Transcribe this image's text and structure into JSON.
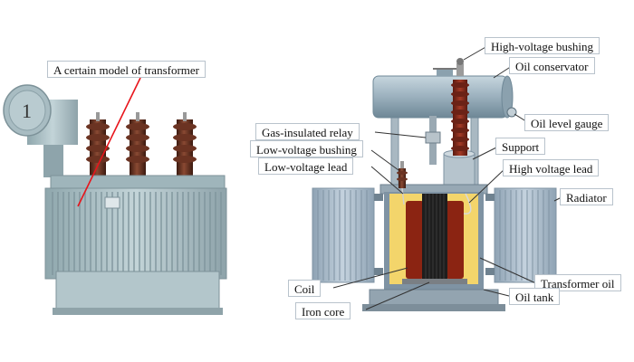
{
  "left_photo": {
    "label": "A certain model of transformer",
    "nameplate_number": "1"
  },
  "diagram": {
    "labels": {
      "high_voltage_bushing": "High-voltage bushing",
      "oil_conservator": "Oil conservator",
      "oil_level_gauge": "Oil level gauge",
      "gas_insulated_relay": "Gas-insulated relay",
      "low_voltage_bushing": "Low-voltage bushing",
      "low_voltage_lead": "Low-voltage lead",
      "support": "Support",
      "high_voltage_lead": "High voltage lead",
      "radiator": "Radiator",
      "transformer_oil": "Transformer oil",
      "coil": "Coil",
      "oil_tank": "Oil tank",
      "iron_core": "Iron core"
    }
  },
  "colors": {
    "photo_leader_line": "#e8141b",
    "diagram_leader_line": "#333333",
    "tank_body": "#a9c0c6",
    "insulator_brown": "#5a2a1c",
    "transformer_oil_fill": "#f3d56b",
    "coil_red": "#8b2412",
    "core_dark": "#1e1e1e",
    "conservator": "#8fa7b4",
    "radiator": "#a9bac8"
  }
}
